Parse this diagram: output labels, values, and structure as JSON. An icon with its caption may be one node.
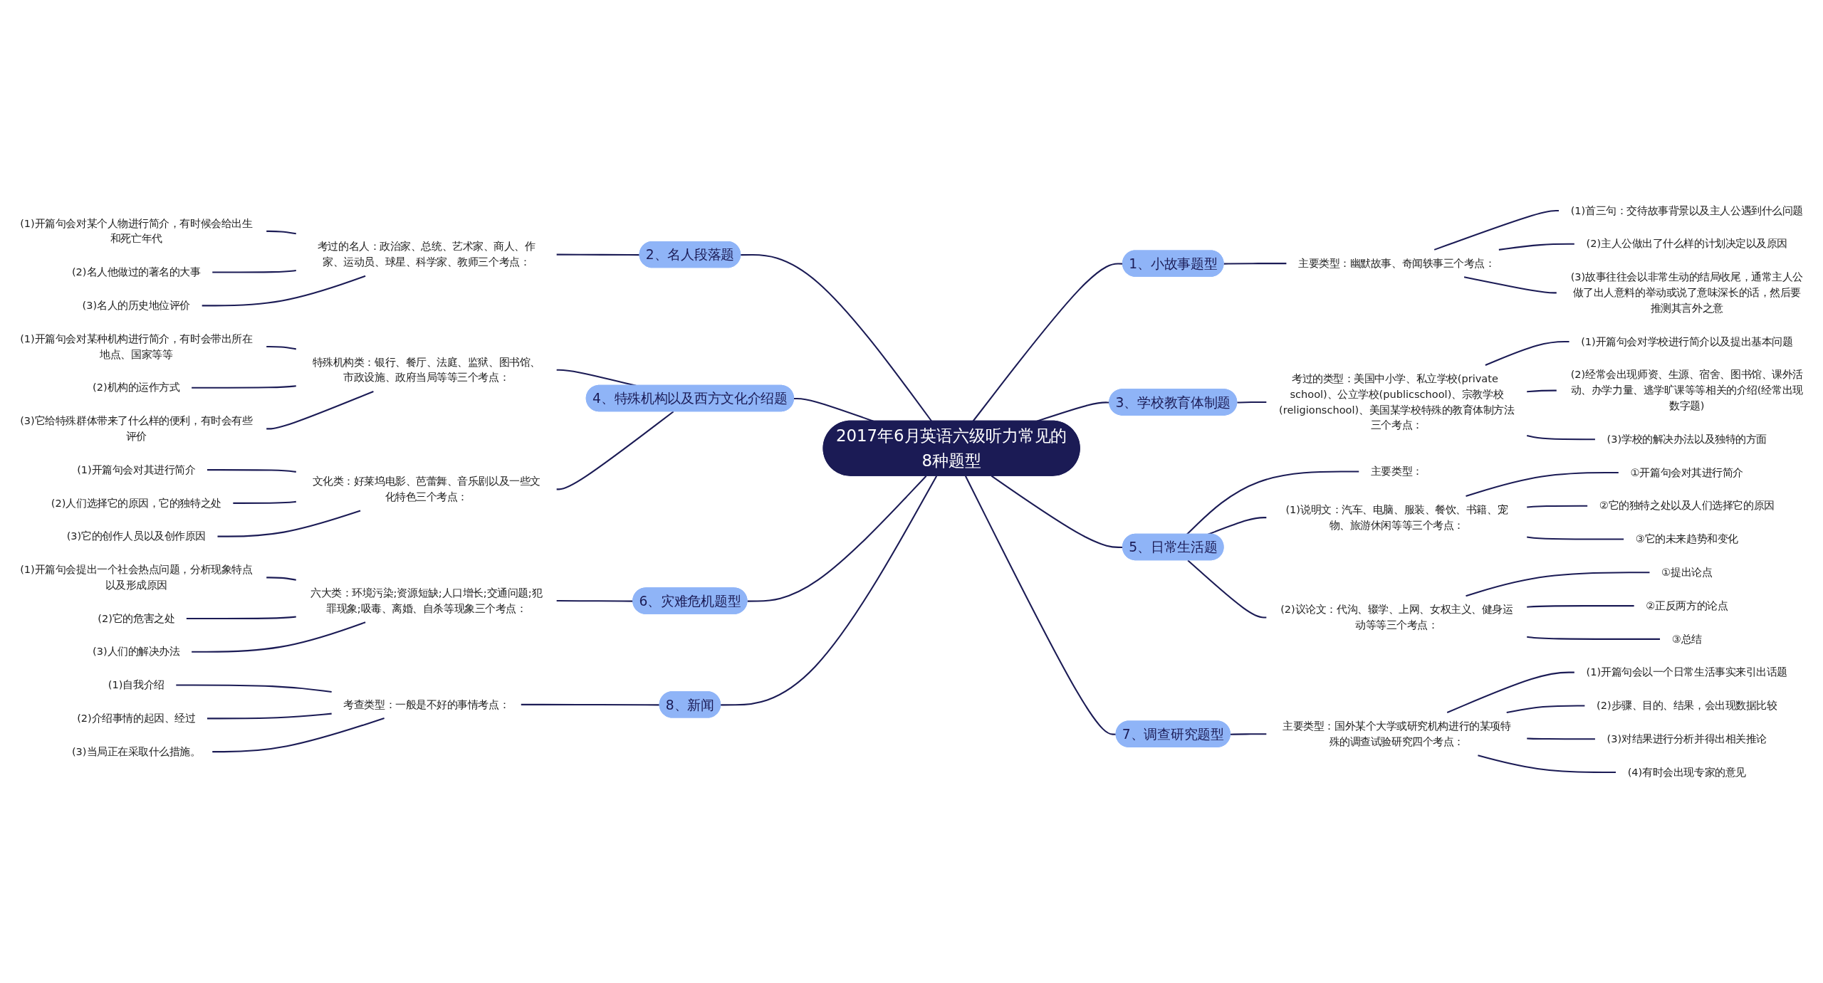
{
  "diagram": {
    "nodes": [
      {
        "text": [
          "2017年6月英语六级听力常见的8种题型"
        ]
      },
      {
        "text": [
          "1、小故事题型"
        ]
      },
      {
        "text": [
          "主要类型：幽默故事、奇闻轶事三个考点："
        ]
      },
      {
        "text": [
          "(1)首三句：交待故事背景以及主人公遇到什么问题"
        ]
      },
      {
        "text": [
          "(2)主人公做出了什么样的计划决定以及原因"
        ]
      },
      {
        "text": [
          "(3)故事往往会以非常生动的结局收尾，通常主人公做了出人意料的举动或说了意味深长的话，然后要推测其言外之意"
        ]
      },
      {
        "text": [
          "2、名人段落题"
        ]
      },
      {
        "text": [
          "考过的名人：政治家、总统、艺术家、商人、作家、运动员、球星、科学家、教师三个考点："
        ]
      },
      {
        "text": [
          "(1)开篇句会对某个人物进行简介，有时候会给出生和死亡年代"
        ]
      },
      {
        "text": [
          "(2)名人他做过的著名的大事"
        ]
      },
      {
        "text": [
          "(3)名人的历史地位评价"
        ]
      },
      {
        "text": [
          "3、学校教育体制题"
        ]
      },
      {
        "text": [
          "考过的类型：美国中小学、私立学校(private school)、公立学校(publicschool)、宗教学校(religionschool)、美国某学校特殊的教育体制方法三个考点："
        ]
      },
      {
        "text": [
          "(1)开篇句会对学校进行简介以及提出基本问题"
        ]
      },
      {
        "text": [
          "(2)经常会出现师资、生源、宿舍、图书馆、课外活动、办学力量、逃学旷课等等相关的介绍(经常出现数字题)"
        ]
      },
      {
        "text": [
          "(3)学校的解决办法以及独特的方面"
        ]
      },
      {
        "text": [
          "4、特殊机构以及西方文化介绍题"
        ]
      },
      {
        "text": [
          "特殊机构类：银行、餐厅、法庭、监狱、图书馆、市政设施、政府当局等等三个考点："
        ]
      },
      {
        "text": [
          "(1)开篇句会对某种机构进行简介，有时会带出所在地点、国家等等"
        ]
      },
      {
        "text": [
          "(2)机构的运作方式"
        ]
      },
      {
        "text": [
          "(3)它给特殊群体带来了什么样的便利，有时会有些评价"
        ]
      },
      {
        "text": [
          "文化类：好莱坞电影、芭蕾舞、音乐剧以及一些文化特色三个考点："
        ]
      },
      {
        "text": [
          "(1)开篇句会对其进行简介"
        ]
      },
      {
        "text": [
          "(2)人们选择它的原因，它的独特之处"
        ]
      },
      {
        "text": [
          "(3)它的创作人员以及创作原因"
        ]
      },
      {
        "text": [
          "5、日常生活题"
        ]
      },
      {
        "text": [
          "主要类型："
        ]
      },
      {
        "text": [
          "(1)说明文：汽车、电脑、服装、餐饮、书籍、宠物、旅游休闲等等三个考点："
        ]
      },
      {
        "text": [
          "①开篇句会对其进行简介"
        ]
      },
      {
        "text": [
          "②它的独特之处以及人们选择它的原因"
        ]
      },
      {
        "text": [
          "③它的未来趋势和变化"
        ]
      },
      {
        "text": [
          "(2)议论文：代沟、辍学、上网、女权主义、健身运动等等三个考点："
        ]
      },
      {
        "text": [
          "①提出论点"
        ]
      },
      {
        "text": [
          "②正反两方的论点"
        ]
      },
      {
        "text": [
          "③总结"
        ]
      },
      {
        "text": [
          "6、灾难危机题型"
        ]
      },
      {
        "text": [
          "六大类：环境污染;资源短缺;人口增长;交通问题;犯罪现象;吸毒、离婚、自杀等现象三个考点："
        ]
      },
      {
        "text": [
          "(1)开篇句会提出一个社会热点问题，分析现象特点以及形成原因"
        ]
      },
      {
        "text": [
          "(2)它的危害之处"
        ]
      },
      {
        "text": [
          "(3)人们的解决办法"
        ]
      },
      {
        "text": [
          "7、调查研究题型"
        ]
      },
      {
        "text": [
          "主要类型：国外某个大学或研究机构进行的某项特殊的调查试验研究四个考点："
        ]
      },
      {
        "text": [
          "(1)开篇句会以一个日常生活事实来引出话题"
        ]
      },
      {
        "text": [
          "(2)步骤、目的、结果，会出现数据比较"
        ]
      },
      {
        "text": [
          "(3)对结果进行分析并得出相关推论"
        ]
      },
      {
        "text": [
          "(4)有时会出现专家的意见"
        ]
      },
      {
        "text": [
          "8、新闻"
        ]
      },
      {
        "text": [
          "考查类型：一般是不好的事情考点："
        ]
      },
      {
        "text": [
          "(1)自我介绍"
        ]
      },
      {
        "text": [
          "(2)介绍事情的起因、经过"
        ]
      },
      {
        "text": [
          "(3)当局正在采取什么措施。"
        ]
      }
    ],
    "edges": [
      {
        "from": 0,
        "to": 1,
        "arrow": "none"
      },
      {
        "from": 1,
        "to": 2,
        "arrow": "none"
      },
      {
        "from": 2,
        "to": 3,
        "arrow": "none"
      },
      {
        "from": 2,
        "to": 4,
        "arrow": "none"
      },
      {
        "from": 2,
        "to": 5,
        "arrow": "none"
      },
      {
        "from": 0,
        "to": 6,
        "arrow": "none"
      },
      {
        "from": 6,
        "to": 7,
        "arrow": "none"
      },
      {
        "from": 7,
        "to": 8,
        "arrow": "none"
      },
      {
        "from": 7,
        "to": 9,
        "arrow": "none"
      },
      {
        "from": 7,
        "to": 10,
        "arrow": "none"
      },
      {
        "from": 0,
        "to": 11,
        "arrow": "none"
      },
      {
        "from": 11,
        "to": 12,
        "arrow": "none"
      },
      {
        "from": 12,
        "to": 13,
        "arrow": "none"
      },
      {
        "from": 12,
        "to": 14,
        "arrow": "none"
      },
      {
        "from": 12,
        "to": 15,
        "arrow": "none"
      },
      {
        "from": 0,
        "to": 16,
        "arrow": "none"
      },
      {
        "from": 16,
        "to": 17,
        "arrow": "none"
      },
      {
        "from": 17,
        "to": 18,
        "arrow": "none"
      },
      {
        "from": 17,
        "to": 19,
        "arrow": "none"
      },
      {
        "from": 17,
        "to": 20,
        "arrow": "none"
      },
      {
        "from": 16,
        "to": 21,
        "arrow": "none"
      },
      {
        "from": 21,
        "to": 22,
        "arrow": "none"
      },
      {
        "from": 21,
        "to": 23,
        "arrow": "none"
      },
      {
        "from": 21,
        "to": 24,
        "arrow": "none"
      },
      {
        "from": 0,
        "to": 25,
        "arrow": "none"
      },
      {
        "from": 25,
        "to": 26,
        "arrow": "none"
      },
      {
        "from": 25,
        "to": 27,
        "arrow": "none"
      },
      {
        "from": 27,
        "to": 28,
        "arrow": "none"
      },
      {
        "from": 27,
        "to": 29,
        "arrow": "none"
      },
      {
        "from": 27,
        "to": 30,
        "arrow": "none"
      },
      {
        "from": 25,
        "to": 31,
        "arrow": "none"
      },
      {
        "from": 31,
        "to": 32,
        "arrow": "none"
      },
      {
        "from": 31,
        "to": 33,
        "arrow": "none"
      },
      {
        "from": 31,
        "to": 34,
        "arrow": "none"
      },
      {
        "from": 0,
        "to": 35,
        "arrow": "none"
      },
      {
        "from": 35,
        "to": 36,
        "arrow": "none"
      },
      {
        "from": 36,
        "to": 37,
        "arrow": "none"
      },
      {
        "from": 36,
        "to": 38,
        "arrow": "none"
      },
      {
        "from": 36,
        "to": 39,
        "arrow": "none"
      },
      {
        "from": 0,
        "to": 40,
        "arrow": "none"
      },
      {
        "from": 40,
        "to": 41,
        "arrow": "none"
      },
      {
        "from": 41,
        "to": 42,
        "arrow": "none"
      },
      {
        "from": 41,
        "to": 43,
        "arrow": "none"
      },
      {
        "from": 41,
        "to": 44,
        "arrow": "none"
      },
      {
        "from": 41,
        "to": 45,
        "arrow": "none"
      },
      {
        "from": 0,
        "to": 46,
        "arrow": "none"
      },
      {
        "from": 46,
        "to": 47,
        "arrow": "none"
      },
      {
        "from": 47,
        "to": 48,
        "arrow": "none"
      },
      {
        "from": 47,
        "to": 49,
        "arrow": "none"
      },
      {
        "from": 47,
        "to": 50,
        "arrow": "none"
      }
    ]
  }
}
